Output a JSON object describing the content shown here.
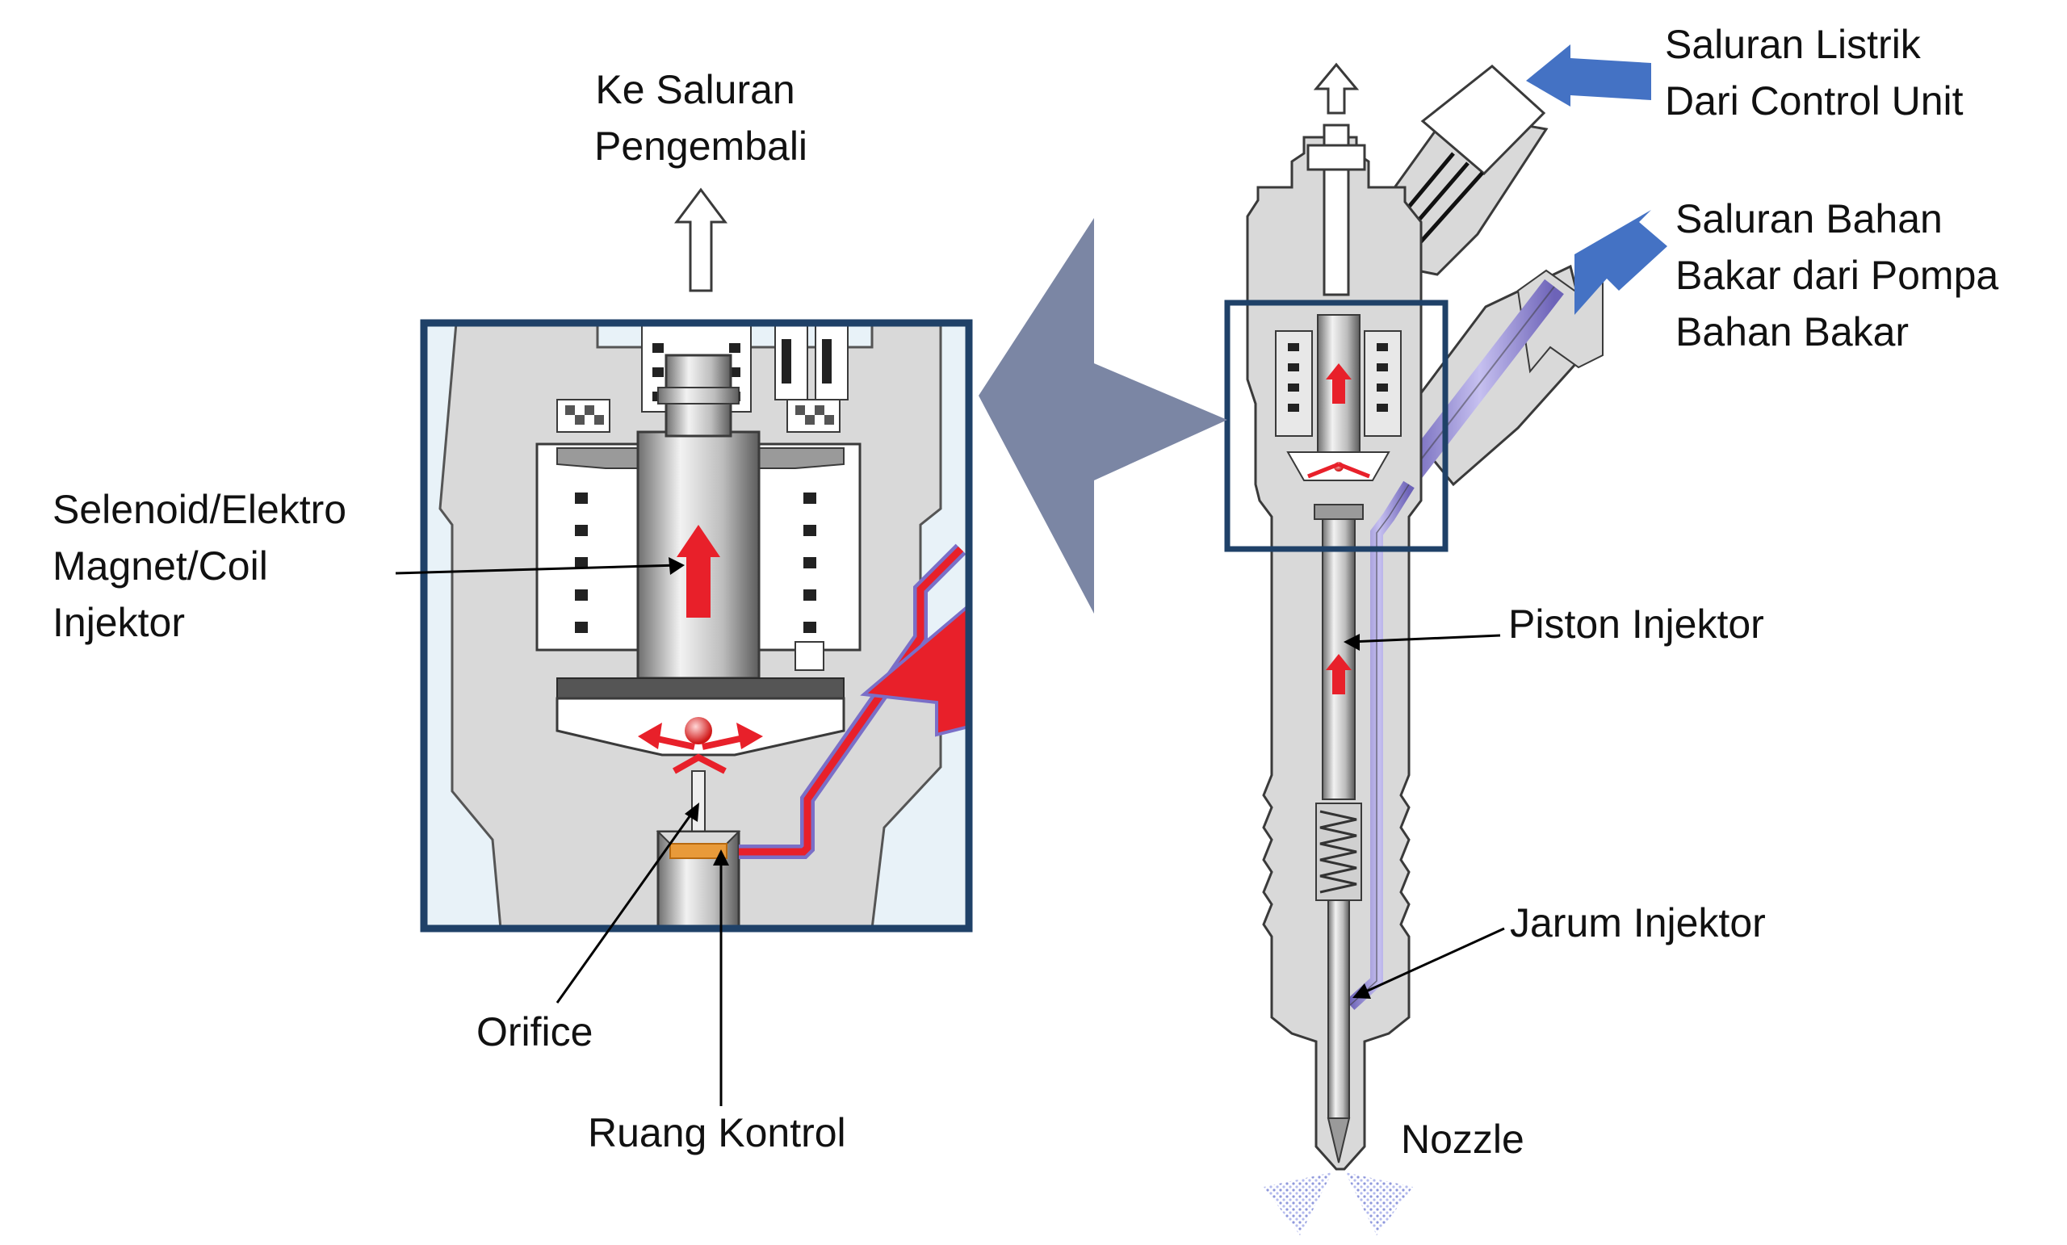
{
  "labels": {
    "return_line": [
      "Ke Saluran",
      "Pengembali"
    ],
    "electric_line": [
      "Saluran Listrik",
      "Dari Control Unit"
    ],
    "fuel_line": [
      "Saluran Bahan",
      "Bakar dari Pompa",
      "Bahan Bakar"
    ],
    "solenoid": [
      "Selenoid/Elektro",
      "Magnet/Coil",
      "Injektor"
    ],
    "piston": "Piston Injektor",
    "needle": "Jarum Injektor",
    "orifice": "Orifice",
    "control_chamber": "Ruang Kontrol",
    "nozzle": "Nozzle"
  },
  "colors": {
    "body_gray": "#d9d9d9",
    "outline": "#3a3a3a",
    "frame_navy": "#1f4168",
    "zoom_arrow": "#7b86a4",
    "source_arrow_blue": "#4472c4",
    "fuel_red": "#e8202a",
    "fuel_purple": "#9a8fd8",
    "spray": "#9ba4e0"
  },
  "icons": [
    "return-arrow-up-icon",
    "electric-input-arrow-icon",
    "fuel-input-arrow-icon",
    "zoom-callout-arrow-icon",
    "fuel-flow-up-arrow-icon"
  ]
}
